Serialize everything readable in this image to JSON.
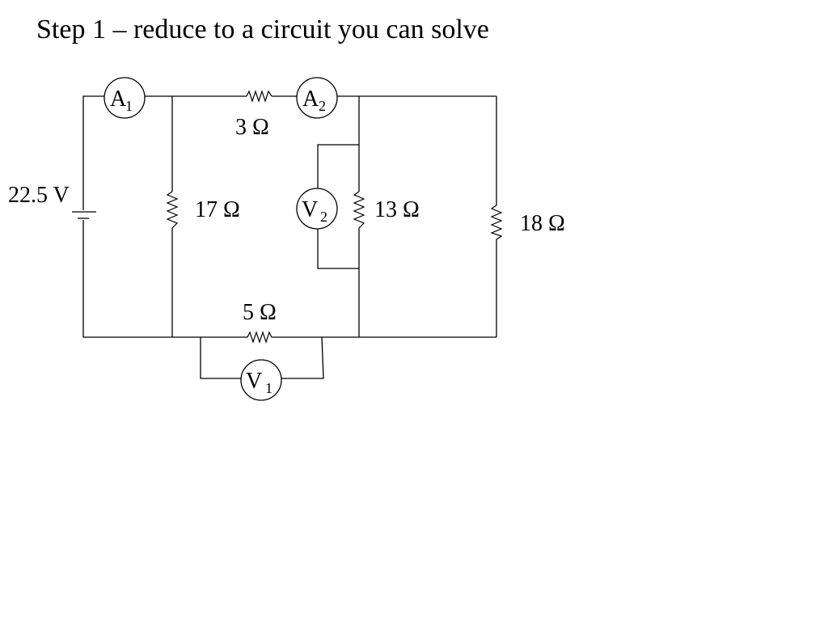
{
  "title": "Step 1 – reduce to a circuit you can solve",
  "circuit": {
    "source_label": "22.5 V",
    "resistors": {
      "r3": "3 Ω",
      "r17": "17 Ω",
      "r13": "13 Ω",
      "r18": "18 Ω",
      "r5": "5 Ω"
    },
    "meters": {
      "a1": {
        "letter": "A",
        "sub": "1"
      },
      "a2": {
        "letter": "A",
        "sub": "2"
      },
      "v1": {
        "letter": "V",
        "sub": "1"
      },
      "v2": {
        "letter": "V",
        "sub": "2"
      }
    }
  }
}
